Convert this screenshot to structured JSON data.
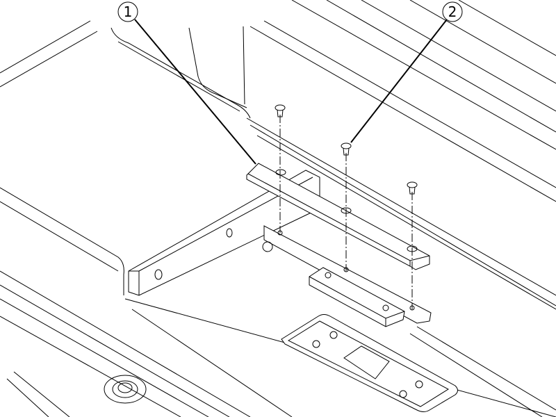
{
  "callouts": [
    {
      "label": "1",
      "part": "plate"
    },
    {
      "label": "2",
      "part": "screw"
    }
  ]
}
